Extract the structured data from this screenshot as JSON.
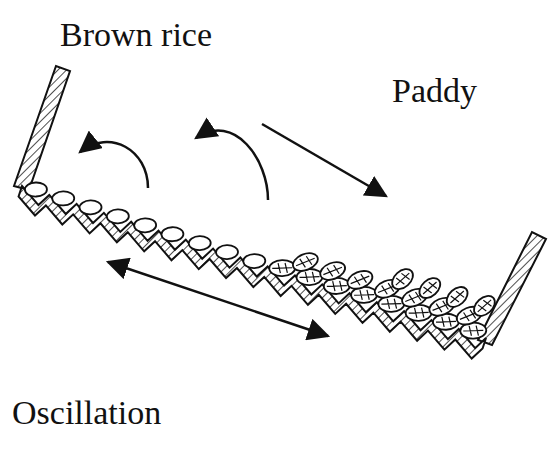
{
  "diagram": {
    "labels": [
      "Brown rice",
      "Paddy",
      "Oscillation"
    ]
  }
}
